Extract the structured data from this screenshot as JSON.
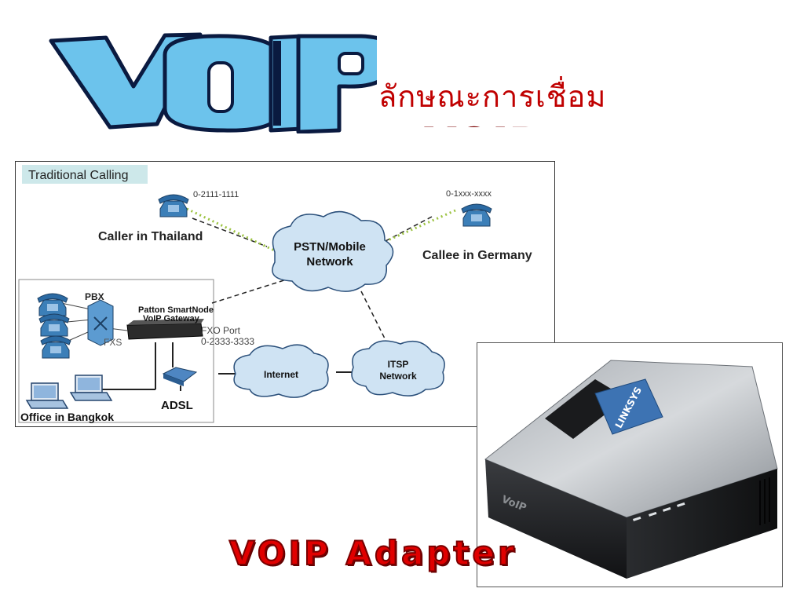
{
  "header": {
    "wordart": "VOIP",
    "thai_title": "ลักษณะการเชื่อมต่อ",
    "voip_title": "VOIP..."
  },
  "diagram": {
    "badge": "Traditional Calling",
    "caller_number": "0-2111-1111",
    "caller_label": "Caller in Thailand",
    "callee_number": "0-1xxx-xxxx",
    "callee_label": "Callee in Germany",
    "pstn_line1": "PSTN/Mobile",
    "pstn_line2": "Network",
    "pbx_label": "PBX",
    "gateway_line1": "Patton SmartNode",
    "gateway_line2": "VoIP Gateway",
    "fxo_port": "FXO Port",
    "fxo_number": "0-2333-3333",
    "fxs_label": "FXS",
    "internet_label": "Internet",
    "itsp_line1": "ITSP",
    "itsp_line2": "Network",
    "adsl_label": "ADSL",
    "office_label": "Office in Bangkok"
  },
  "adapter": {
    "brand": "LINKSYS",
    "voip_logo": "VoIP"
  },
  "caption": "VOIP Adapter",
  "colors": {
    "title_red": "#e00000",
    "cloud_fill": "#cfe3f3",
    "wordart_fill": "#6cc3ec",
    "badge_bg": "#cde8ea"
  }
}
